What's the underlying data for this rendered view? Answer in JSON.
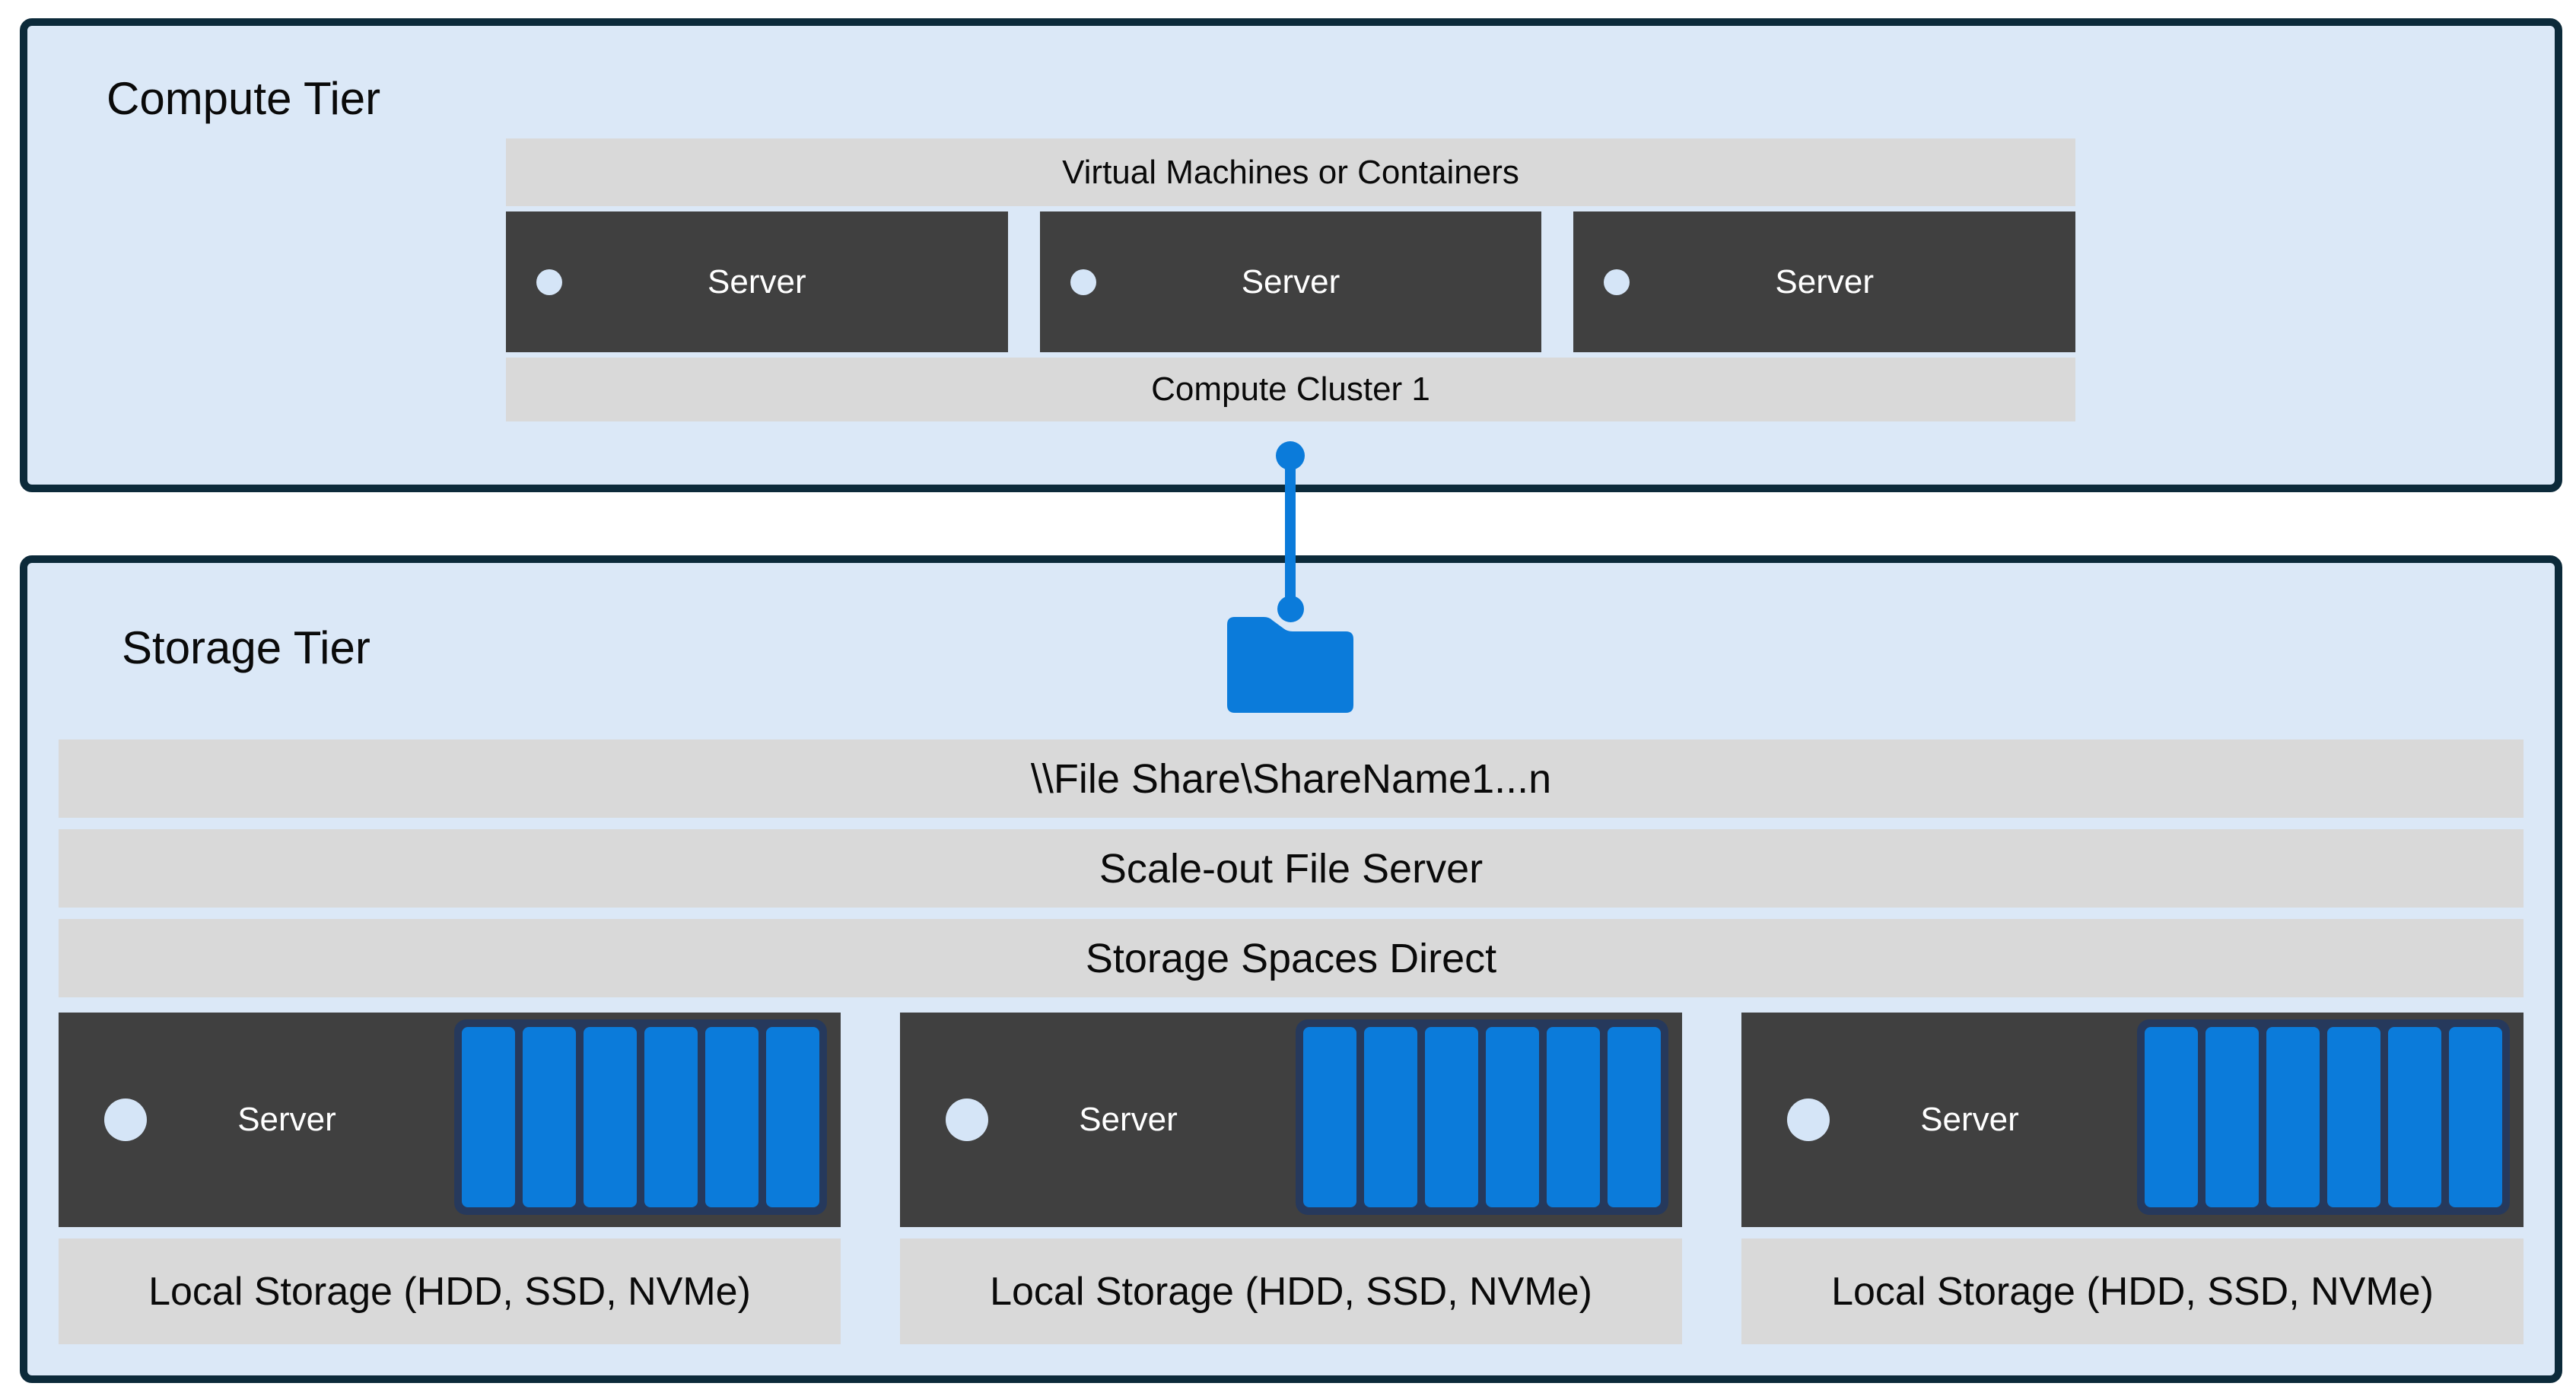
{
  "compute_tier": {
    "title": "Compute Tier",
    "vm_bar_label": "Virtual Machines or Containers",
    "servers": [
      {
        "label": "Server"
      },
      {
        "label": "Server"
      },
      {
        "label": "Server"
      }
    ],
    "cluster_bar_label": "Compute Cluster 1"
  },
  "connector": {
    "type": "line-with-endpoint-dots",
    "icon": "folder-icon"
  },
  "storage_tier": {
    "title": "Storage Tier",
    "bars": [
      {
        "label": "\\\\File Share\\ShareName1...n"
      },
      {
        "label": "Scale-out File Server"
      },
      {
        "label": "Storage Spaces Direct"
      }
    ],
    "disks_per_server": 6,
    "servers": [
      {
        "label": "Server",
        "local_storage_label": "Local Storage (HDD, SSD, NVMe)"
      },
      {
        "label": "Server",
        "local_storage_label": "Local Storage (HDD, SSD, NVMe)"
      },
      {
        "label": "Server",
        "local_storage_label": "Local Storage (HDD, SSD, NVMe)"
      }
    ]
  },
  "colors": {
    "accent_blue": "#0B7BDA",
    "disk_navy": "#26395C",
    "border_navy": "#0C2A3A",
    "tier_fill": "#DBE8F7",
    "bar_gray": "#D9D9D9",
    "box_dark": "#404040",
    "dot_fill": "#D5E5F7",
    "text_dark": "#0A0A0A"
  }
}
